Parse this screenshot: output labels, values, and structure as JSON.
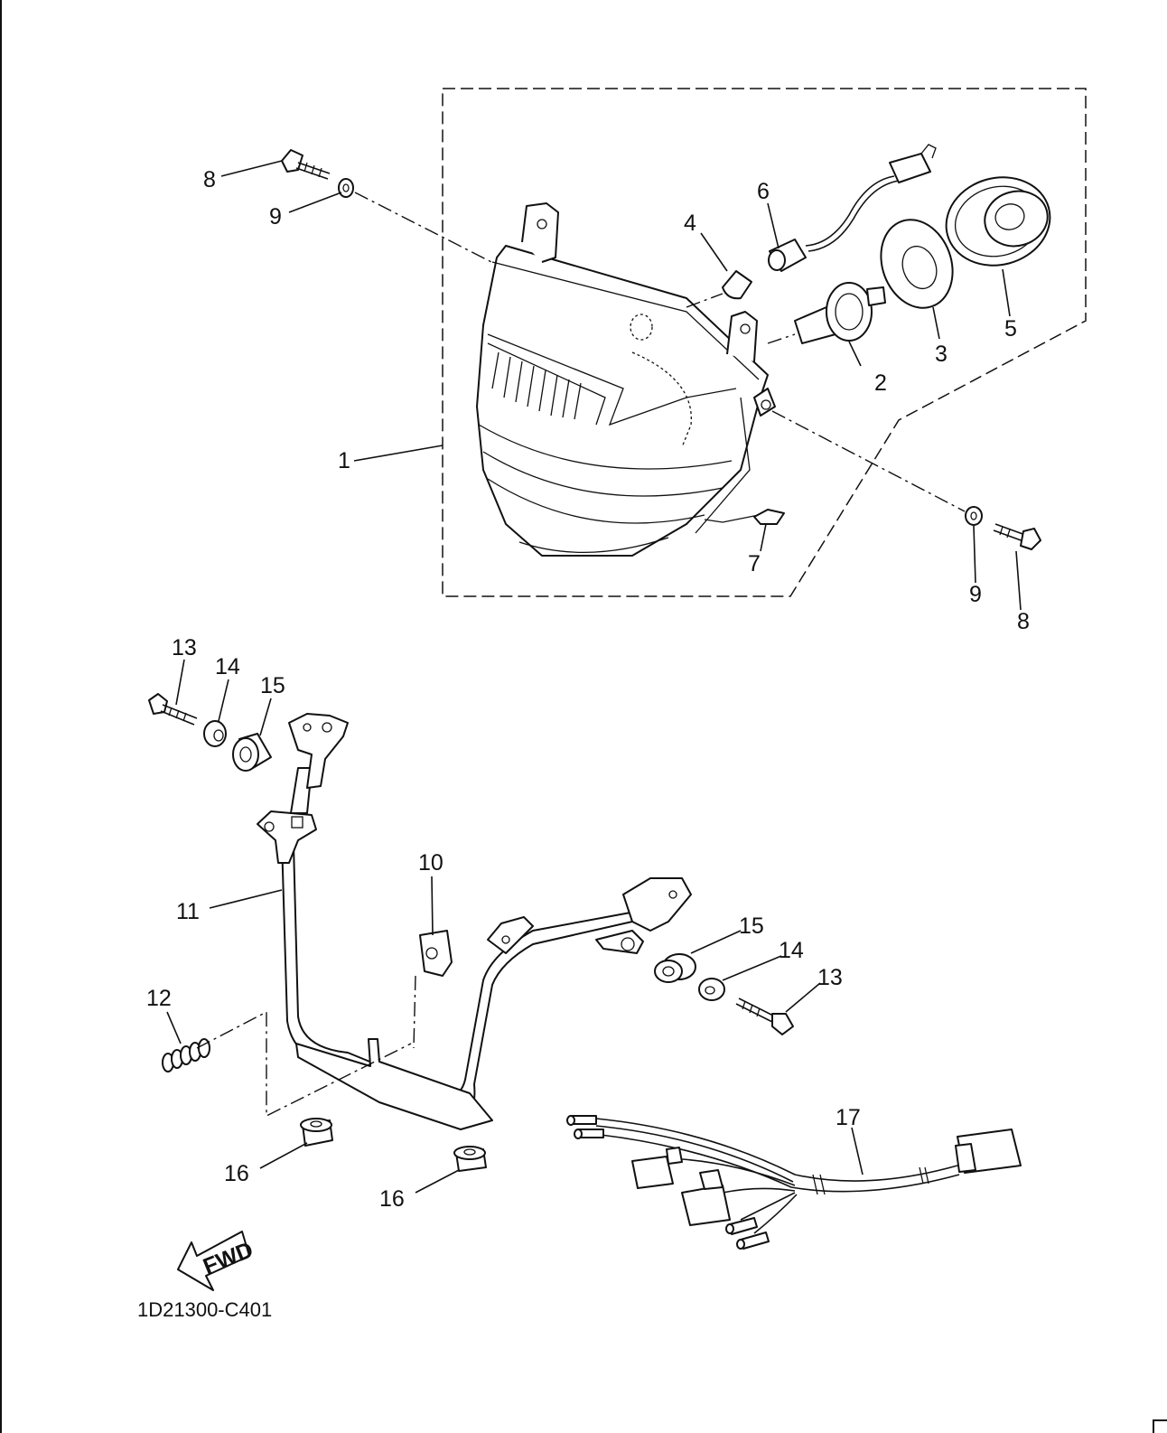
{
  "diagram": {
    "part_code": "1D21300-C401",
    "fwd_label": "FWD",
    "callouts": [
      {
        "id": "c1",
        "text": "1"
      },
      {
        "id": "c2",
        "text": "2"
      },
      {
        "id": "c3",
        "text": "3"
      },
      {
        "id": "c4",
        "text": "4"
      },
      {
        "id": "c5",
        "text": "5"
      },
      {
        "id": "c6",
        "text": "6"
      },
      {
        "id": "c7",
        "text": "7"
      },
      {
        "id": "c8a",
        "text": "8"
      },
      {
        "id": "c8b",
        "text": "8"
      },
      {
        "id": "c9a",
        "text": "9"
      },
      {
        "id": "c9b",
        "text": "9"
      },
      {
        "id": "c10",
        "text": "10"
      },
      {
        "id": "c11",
        "text": "11"
      },
      {
        "id": "c12",
        "text": "12"
      },
      {
        "id": "c13a",
        "text": "13"
      },
      {
        "id": "c13b",
        "text": "13"
      },
      {
        "id": "c14a",
        "text": "14"
      },
      {
        "id": "c14b",
        "text": "14"
      },
      {
        "id": "c15a",
        "text": "15"
      },
      {
        "id": "c15b",
        "text": "15"
      },
      {
        "id": "c16a",
        "text": "16"
      },
      {
        "id": "c16b",
        "text": "16"
      },
      {
        "id": "c17",
        "text": "17"
      }
    ]
  }
}
